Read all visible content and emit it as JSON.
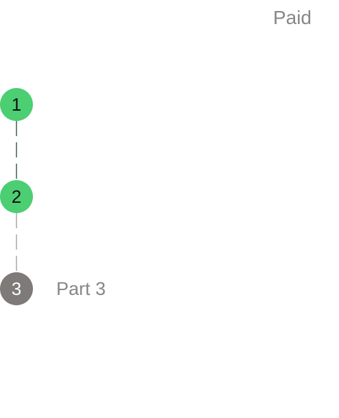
{
  "header": {
    "status": "Paid"
  },
  "steps": [
    {
      "number": "1",
      "state": "completed",
      "label": ""
    },
    {
      "number": "2",
      "state": "completed",
      "label": ""
    },
    {
      "number": "3",
      "state": "pending",
      "label": "Part 3"
    }
  ],
  "colors": {
    "completed": "#4cce72",
    "pending": "#7d7a78",
    "muted_text": "#878787"
  }
}
